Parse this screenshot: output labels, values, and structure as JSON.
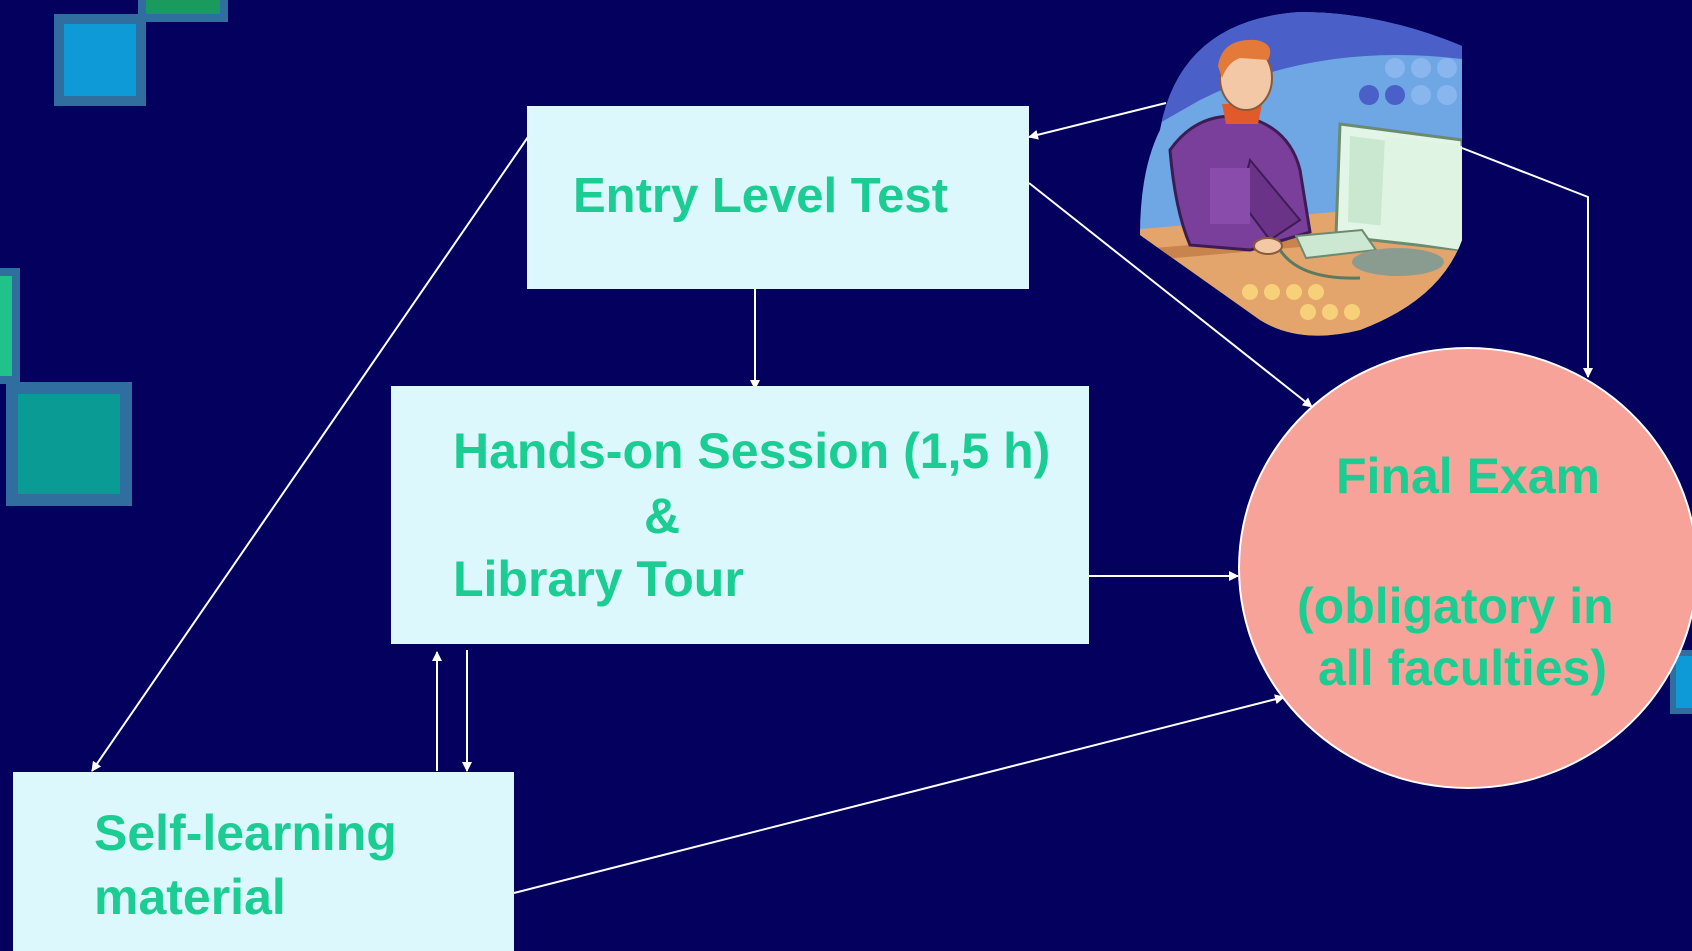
{
  "diagram": {
    "nodes": {
      "entry_test": {
        "label": "Entry Level Test"
      },
      "hands_on": {
        "line1": "Hands-on Session (1,5 h)",
        "line2": "&",
        "line3": "Library Tour"
      },
      "self_learning": {
        "line1": "Self-learning",
        "line2": "material"
      },
      "final_exam": {
        "line1": "Final Exam",
        "line2": "(obligatory in",
        "line3": "all faculties)"
      }
    },
    "edges": [
      {
        "from": "clipart_user",
        "to": "entry_test"
      },
      {
        "from": "clipart_user",
        "to": "final_exam"
      },
      {
        "from": "entry_test",
        "to": "hands_on"
      },
      {
        "from": "entry_test",
        "to": "self_learning"
      },
      {
        "from": "entry_test",
        "to": "final_exam"
      },
      {
        "from": "hands_on",
        "to": "final_exam"
      },
      {
        "from": "hands_on",
        "to": "self_learning"
      },
      {
        "from": "self_learning",
        "to": "hands_on"
      },
      {
        "from": "self_learning",
        "to": "final_exam"
      }
    ],
    "illustration": "person-at-computer-clipart"
  },
  "colors": {
    "background": "#03005e",
    "box_fill": "#dcf8fd",
    "text": "#1ccd93",
    "exam_fill": "#f7a39a",
    "arrow": "#ffffff"
  }
}
